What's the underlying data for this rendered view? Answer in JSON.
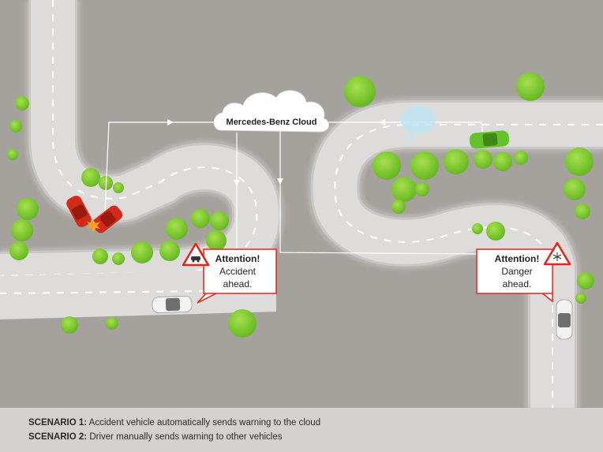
{
  "cloud": {
    "label": "Mercedes-Benz Cloud"
  },
  "callout_left": {
    "title": "Attention!",
    "line1": "Accident",
    "line2": "ahead.",
    "icon": "car-warning-icon"
  },
  "callout_right": {
    "title": "Attention!",
    "line1": "Danger",
    "line2": "ahead.",
    "icon": "snowflake-warning-icon"
  },
  "caption": {
    "scenario1_label": "SCENARIO 1:",
    "scenario1_text": " Accident vehicle automatically sends warning to the cloud",
    "scenario2_label": "SCENARIO 2:",
    "scenario2_text": " Driver manually sends warning to other vehicles"
  },
  "colors": {
    "background": "#a5a19d",
    "road": "#dedcdb",
    "road_edge": "#c9c7c5",
    "tree": "#7fcc2f",
    "accident_car": "#d42a1b",
    "warning_car": "#66c22c",
    "warning_red": "#e0261c",
    "cloud_line": "#ffffff"
  }
}
